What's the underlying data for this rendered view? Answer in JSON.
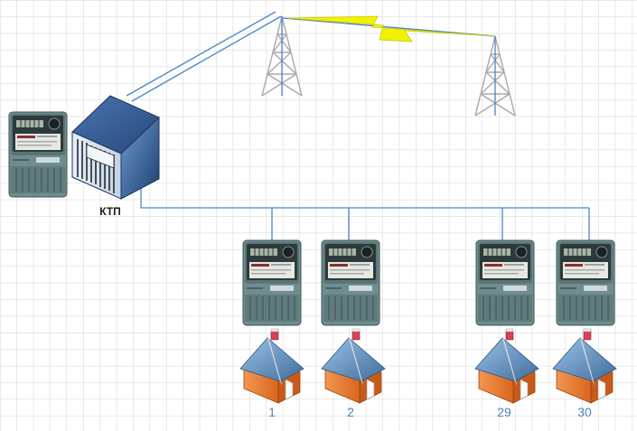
{
  "ktp": {
    "label": "КТП"
  },
  "houses": [
    {
      "number": "1"
    },
    {
      "number": "2"
    },
    {
      "number": "29"
    },
    {
      "number": "30"
    }
  ],
  "colors": {
    "grid": "#d6d6d6",
    "wire": "#4a86c6",
    "lightning": "#f2f200",
    "house_wall": "#e8782e",
    "house_roof": "#5a88b5",
    "meter_body": "#6f8c8e",
    "ktp_body": "#2f5f9a",
    "number_text": "#4a86b5"
  },
  "icons": [
    "electricity-meter-icon",
    "transformer-substation-icon",
    "radio-tower-icon",
    "lightning-link-icon",
    "house-icon"
  ]
}
